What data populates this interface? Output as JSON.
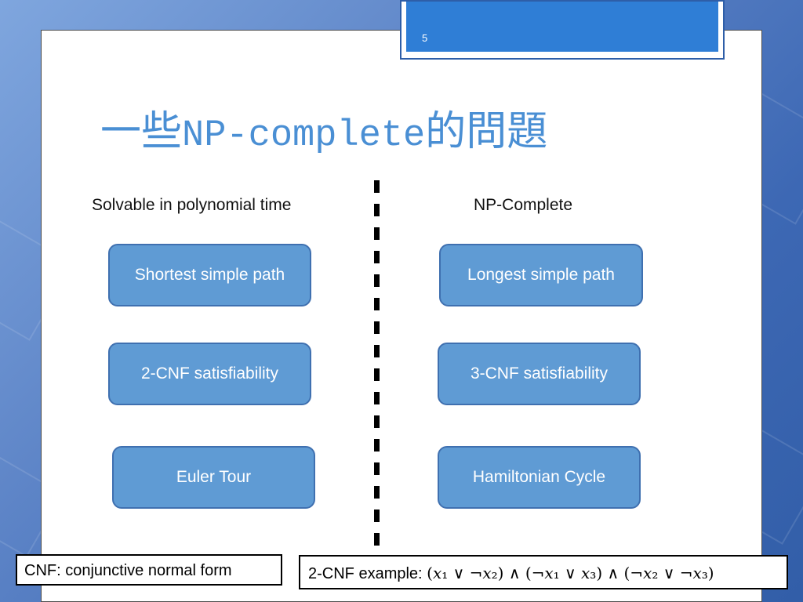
{
  "slide": {
    "page_number": "5",
    "title": {
      "prefix": "一些",
      "code": "NP-complete",
      "suffix": "的問題"
    },
    "columns": [
      {
        "heading": "Solvable in polynomial time",
        "items": [
          "Shortest simple path",
          "2-CNF satisfiability",
          "Euler Tour"
        ]
      },
      {
        "heading": "NP-Complete",
        "items": [
          "Longest simple path",
          "3-CNF satisfiability",
          "Hamiltonian Cycle"
        ]
      }
    ],
    "notes": {
      "cnf_definition": "CNF: conjunctive normal form",
      "example_label": "2-CNF example: ",
      "example_formula": "(𝑥₁ ∨ ¬𝑥₂) ∧ (¬𝑥₁ ∨ 𝑥₃) ∧ (¬𝑥₂ ∨ ¬𝑥₃)"
    }
  },
  "colors": {
    "background_blue": "#5f86c8",
    "title_blue": "#4a8fd4",
    "box_fill": "#5f9bd4",
    "box_border": "#3f70b0",
    "header_blue": "#2f7ed6"
  }
}
